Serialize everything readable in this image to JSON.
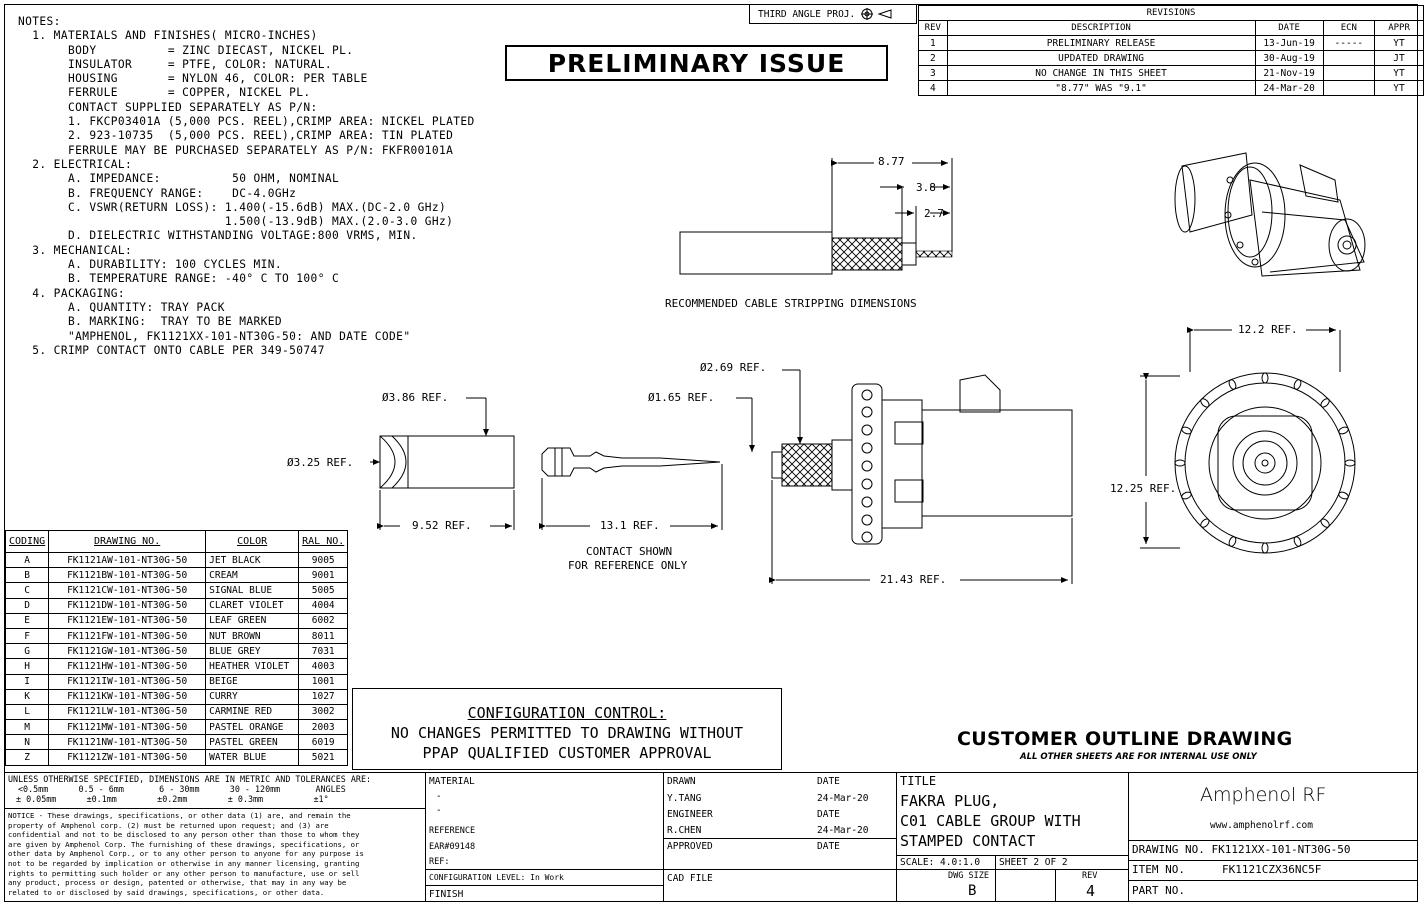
{
  "projection": "THIRD ANGLE PROJ.",
  "preliminary": "PRELIMINARY ISSUE",
  "notes": [
    "NOTES:",
    "  1. MATERIALS AND FINISHES( MICRO-INCHES)",
    "       BODY          = ZINC DIECAST, NICKEL PL.",
    "       INSULATOR     = PTFE, COLOR: NATURAL.",
    "       HOUSING       = NYLON 46, COLOR: PER TABLE",
    "       FERRULE       = COPPER, NICKEL PL.",
    "       CONTACT SUPPLIED SEPARATELY AS P/N:",
    "       1. FKCP03401A (5,000 PCS. REEL),CRIMP AREA: NICKEL PLATED",
    "       2. 923-10735  (5,000 PCS. REEL),CRIMP AREA: TIN PLATED",
    "       FERRULE MAY BE PURCHASED SEPARATELY AS P/N: FKFR00101A",
    "  2. ELECTRICAL:",
    "       A. IMPEDANCE:          50 OHM, NOMINAL",
    "       B. FREQUENCY RANGE:    DC-4.0GHz",
    "       C. VSWR(RETURN LOSS): 1.400(-15.6dB) MAX.(DC-2.0 GHz)",
    "                             1.500(-13.9dB) MAX.(2.0-3.0 GHz)",
    "       D. DIELECTRIC WITHSTANDING VOLTAGE:800 VRMS, MIN.",
    "  3. MECHANICAL:",
    "       A. DURABILITY: 100 CYCLES MIN.",
    "       B. TEMPERATURE RANGE: -40° C TO 100° C",
    "  4. PACKAGING:",
    "       A. QUANTITY: TRAY PACK",
    "       B. MARKING:  TRAY TO BE MARKED",
    "       \"AMPHENOL, FK1121XX-101-NT30G-50: AND DATE CODE\"",
    "  5. CRIMP CONTACT ONTO CABLE PER 349-50747"
  ],
  "revisions": {
    "title": "REVISIONS",
    "headers": [
      "REV",
      "DESCRIPTION",
      "DATE",
      "ECN",
      "APPR"
    ],
    "rows": [
      [
        "1",
        "PRELIMINARY RELEASE",
        "13-Jun-19",
        "-----",
        "YT"
      ],
      [
        "2",
        "UPDATED DRAWING",
        "30-Aug-19",
        "",
        "JT"
      ],
      [
        "3",
        "NO CHANGE IN THIS SHEET",
        "21-Nov-19",
        "",
        "YT"
      ],
      [
        "4",
        "\"8.77\" WAS \"9.1\"",
        "24-Mar-20",
        "",
        "YT"
      ]
    ]
  },
  "stripping": {
    "dim1": "8.77",
    "dim2": "3.8",
    "dim3": "2.7",
    "caption": "RECOMMENDED CABLE STRIPPING DIMENSIONS"
  },
  "dims": {
    "ferrule_od": "Ø3.86 REF.",
    "ferrule_id": "Ø3.25 REF.",
    "ferrule_len": "9.52 REF.",
    "contact_len": "13.1 REF.",
    "contact_note_1": "CONTACT SHOWN",
    "contact_note_2": "FOR REFERENCE ONLY",
    "plug_d1": "Ø2.69 REF.",
    "plug_d2": "Ø1.65 REF.",
    "plug_len": "21.43 REF.",
    "end_w": "12.2 REF.",
    "end_h": "12.25 REF."
  },
  "coding_table": {
    "headers": [
      "CODING",
      "DRAWING NO.",
      "COLOR",
      "RAL NO."
    ],
    "rows": [
      [
        "A",
        "FK1121AW-101-NT30G-50",
        "JET BLACK",
        "9005"
      ],
      [
        "B",
        "FK1121BW-101-NT30G-50",
        "CREAM",
        "9001"
      ],
      [
        "C",
        "FK1121CW-101-NT30G-50",
        "SIGNAL BLUE",
        "5005"
      ],
      [
        "D",
        "FK1121DW-101-NT30G-50",
        "CLARET VIOLET",
        "4004"
      ],
      [
        "E",
        "FK1121EW-101-NT30G-50",
        "LEAF GREEN",
        "6002"
      ],
      [
        "F",
        "FK1121FW-101-NT30G-50",
        "NUT BROWN",
        "8011"
      ],
      [
        "G",
        "FK1121GW-101-NT30G-50",
        "BLUE GREY",
        "7031"
      ],
      [
        "H",
        "FK1121HW-101-NT30G-50",
        "HEATHER VIOLET",
        "4003"
      ],
      [
        "I",
        "FK1121IW-101-NT30G-50",
        "BEIGE",
        "1001"
      ],
      [
        "K",
        "FK1121KW-101-NT30G-50",
        "CURRY",
        "1027"
      ],
      [
        "L",
        "FK1121LW-101-NT30G-50",
        "CARMINE RED",
        "3002"
      ],
      [
        "M",
        "FK1121MW-101-NT30G-50",
        "PASTEL ORANGE",
        "2003"
      ],
      [
        "N",
        "FK1121NW-101-NT30G-50",
        "PASTEL GREEN",
        "6019"
      ],
      [
        "Z",
        "FK1121ZW-101-NT30G-50",
        "WATER BLUE",
        "5021"
      ]
    ]
  },
  "config_control": {
    "title": "CONFIGURATION CONTROL:",
    "line1": "NO CHANGES PERMITTED TO DRAWING WITHOUT",
    "line2": "PPAP QUALIFIED CUSTOMER APPROVAL"
  },
  "customer_outline": {
    "title": "CUSTOMER OUTLINE DRAWING",
    "subtitle": "ALL OTHER SHEETS ARE FOR INTERNAL USE ONLY"
  },
  "tolerances": {
    "line1": "UNLESS OTHERWISE SPECIFIED, DIMENSIONS ARE IN METRIC AND TOLERANCES ARE:",
    "line2": "<0.5mm      0.5 - 6mm       6 - 30mm      30 - 120mm       ANGLES",
    "line3": "± 0.05mm      ±0.1mm        ±0.2mm        ± 0.3mm          ±1°"
  },
  "notice": [
    "NOTICE - These drawings, specifications, or other data (1) are, and remain the",
    "property of Amphenol corp.  (2) must be returned upon request; and (3) are",
    "confidential and not to be disclosed to any person other than those to whom they",
    "are given by Amphenol Corp.  The furnishing of these drawings, specifications, or",
    "other data by Amphenol Corp., or to any other person to anyone for any purpose is",
    "not to be regarded by implication or otherwise in any manner licensing, granting",
    "rights to permitting such holder or any other person to manufacture, use or sell",
    "any product, process or design, patented or otherwise, that may in any way be",
    "related to or disclosed by said drawings, specifications, or other data."
  ],
  "title_block": {
    "material_label": "MATERIAL",
    "material_dash1": "-",
    "material_dash2": "-",
    "reference_label": "REFERENCE",
    "ear": "EAR#09148",
    "ref": "REF:",
    "config_level": "CONFIGURATION LEVEL: In Work",
    "finish": "FINISH",
    "drawn_label": "DRAWN",
    "drawn_by": "Y.TANG",
    "date_label": "DATE",
    "drawn_date": "24-Mar-20",
    "engineer_label": "ENGINEER",
    "engineer": "R.CHEN",
    "engineer_date": "24-Mar-20",
    "approved_label": "APPROVED",
    "cad_file": "CAD FILE",
    "title_label": "TITLE",
    "title_1": "FAKRA PLUG,",
    "title_2": "C01 CABLE GROUP WITH",
    "title_3": "STAMPED CONTACT",
    "scale": "SCALE: 4.0:1.0",
    "sheet": "SHEET 2 OF 2",
    "dwg_size_label": "DWG SIZE",
    "dwg_size": "B",
    "rev_label": "REV",
    "rev": "4",
    "company": "Amphenol RF",
    "website": "www.amphenolrf.com",
    "drawing_no": "DRAWING NO. FK1121XX-101-NT30G-50",
    "item_no_label": "ITEM NO.",
    "item_no": "FK1121CZX36NC5F",
    "part_no": "PART NO."
  }
}
